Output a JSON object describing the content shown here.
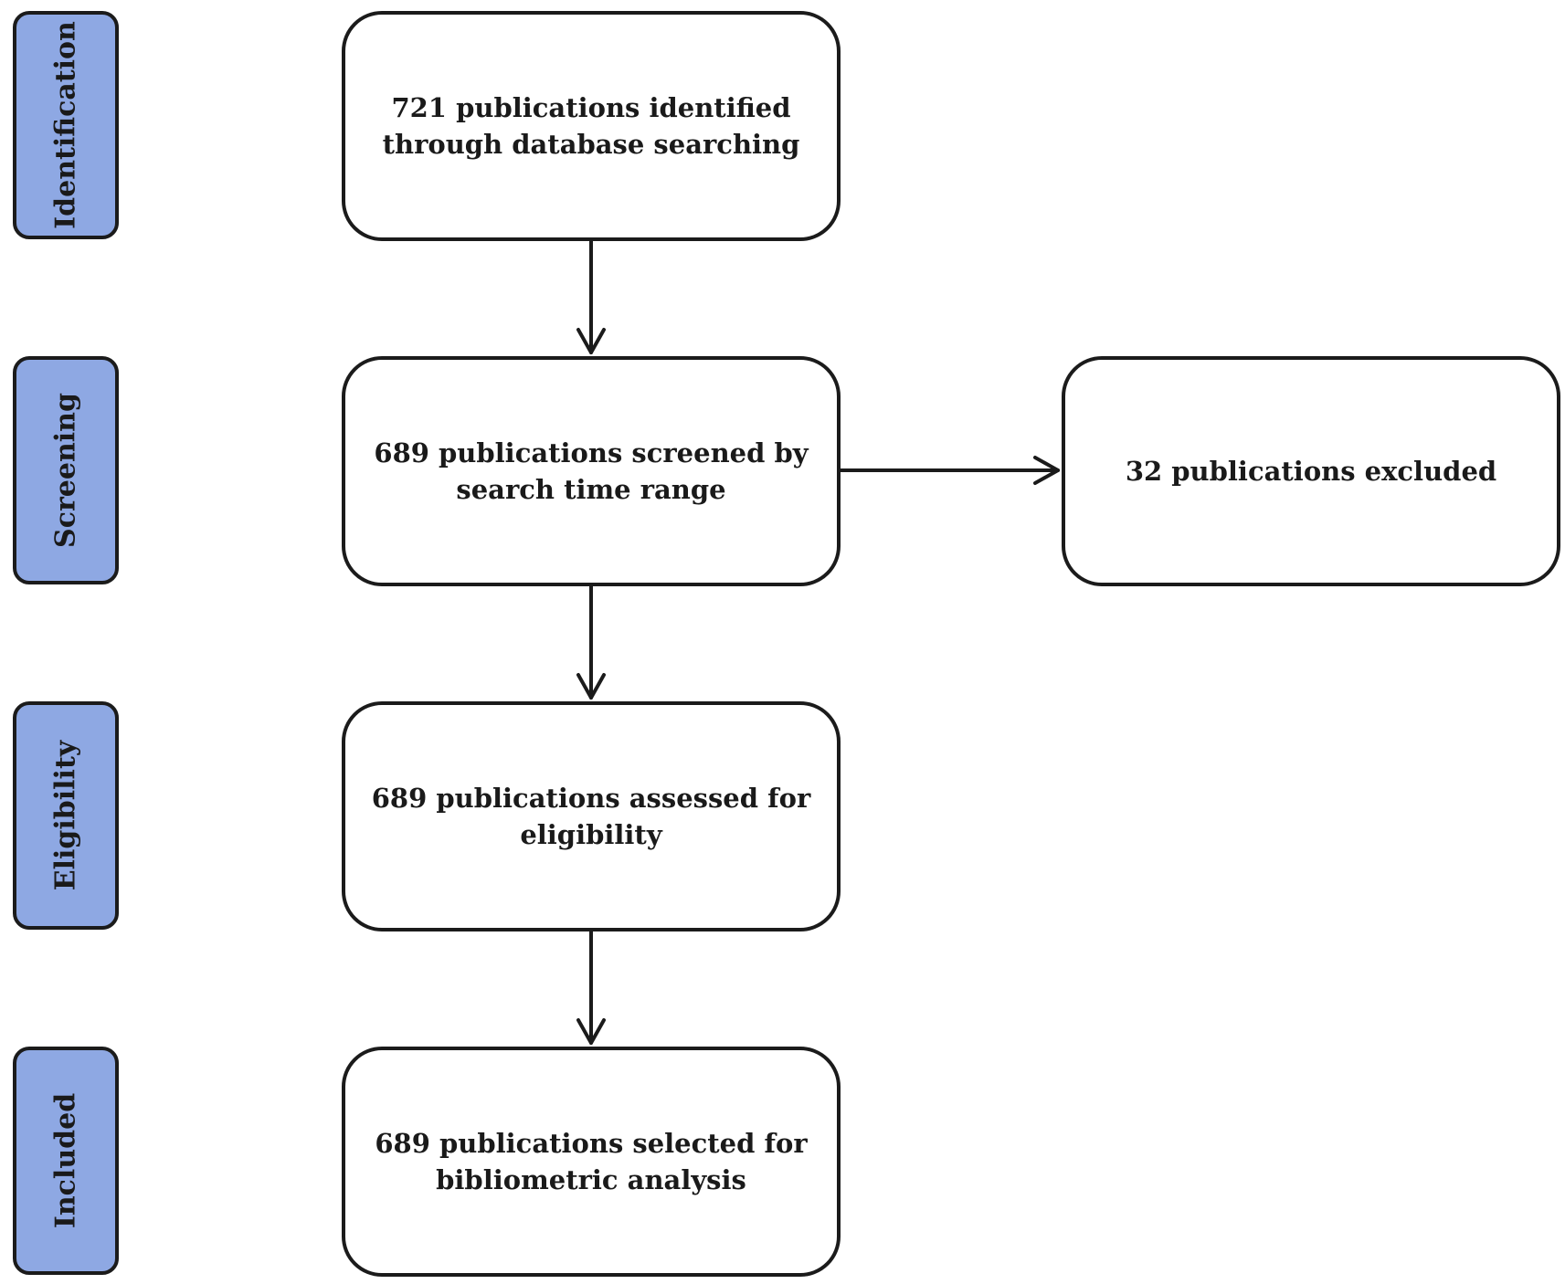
{
  "stages": [
    {
      "id": "identification",
      "label": "Identification"
    },
    {
      "id": "screening",
      "label": "Screening"
    },
    {
      "id": "eligibility",
      "label": "Eligibility"
    },
    {
      "id": "included",
      "label": "Included"
    }
  ],
  "boxes": {
    "identified": "721 publications identified\nthrough database searching",
    "screened": "689 publications screened by\nsearch time range",
    "excluded": "32 publications excluded",
    "assessed": "689 publications assessed for\neligibility",
    "selected": "689 publications selected for\nbibliometric analysis"
  },
  "colors": {
    "stage_fill": "#8ea8e3",
    "border": "#1b1b1b",
    "background": "#ffffff"
  }
}
